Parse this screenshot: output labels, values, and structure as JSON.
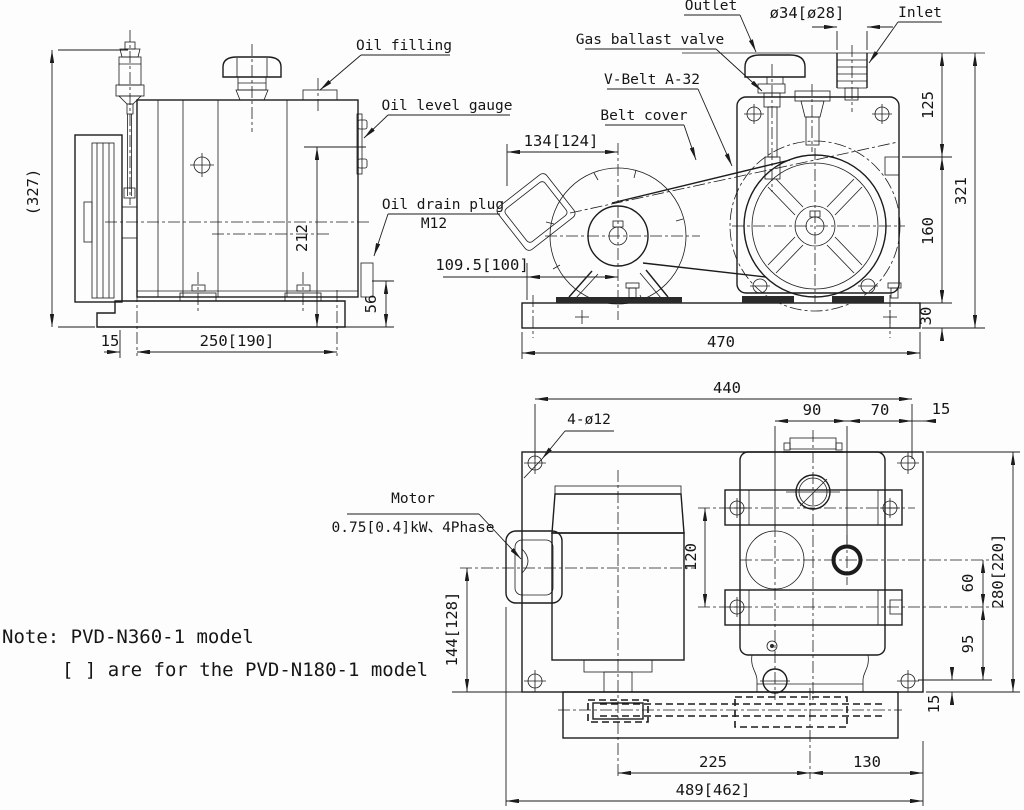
{
  "note": {
    "line1": "Note: PVD-N360-1 model",
    "line2": "[ ] are for the PVD-N180-1 model"
  },
  "side_view": {
    "labels": {
      "oil_filling": "Oil filling",
      "oil_level_gauge": "Oil level gauge",
      "oil_drain_plug": "Oil drain plug",
      "oil_drain_plug_thread": "M12"
    },
    "dims": {
      "overall_height": "(327)",
      "oil_gauge_height": "212",
      "drain_plug_height": "56",
      "foot_offset": "15",
      "base_span": "250[190]"
    }
  },
  "front_view": {
    "labels": {
      "outlet": "Outlet",
      "gas_ballast_valve": "Gas ballast valve",
      "v_belt": "V-Belt A-32",
      "belt_cover": "Belt cover",
      "inlet": "Inlet",
      "inlet_diameter": "ø34[ø28]"
    },
    "dims": {
      "box_to_shaft": "134[124]",
      "base_to_shaft": "109.5[100]",
      "inlet_height": "125",
      "shaft_height": "160",
      "base_height": "30",
      "overall_height": "321",
      "base_length": "470"
    }
  },
  "top_view": {
    "labels": {
      "mounting_holes": "4-ø12",
      "motor": "Motor",
      "motor_spec": "0.75[0.4]kW、4Phase"
    },
    "dims": {
      "hole_span": "440",
      "sight_to_plug": "90",
      "plug_to_hole": "70",
      "hole_to_edge_top": "15",
      "flange_span": "120",
      "motor_center_to_edge": "144[128]",
      "plate_depth": "280[220]",
      "plug_to_flange": "60",
      "flange_to_hole": "95",
      "hole_to_edge_bottom": "15",
      "motor_to_pump_shaft": "225",
      "pump_shaft_to_edge": "130",
      "overall_length": "489[462]"
    }
  }
}
